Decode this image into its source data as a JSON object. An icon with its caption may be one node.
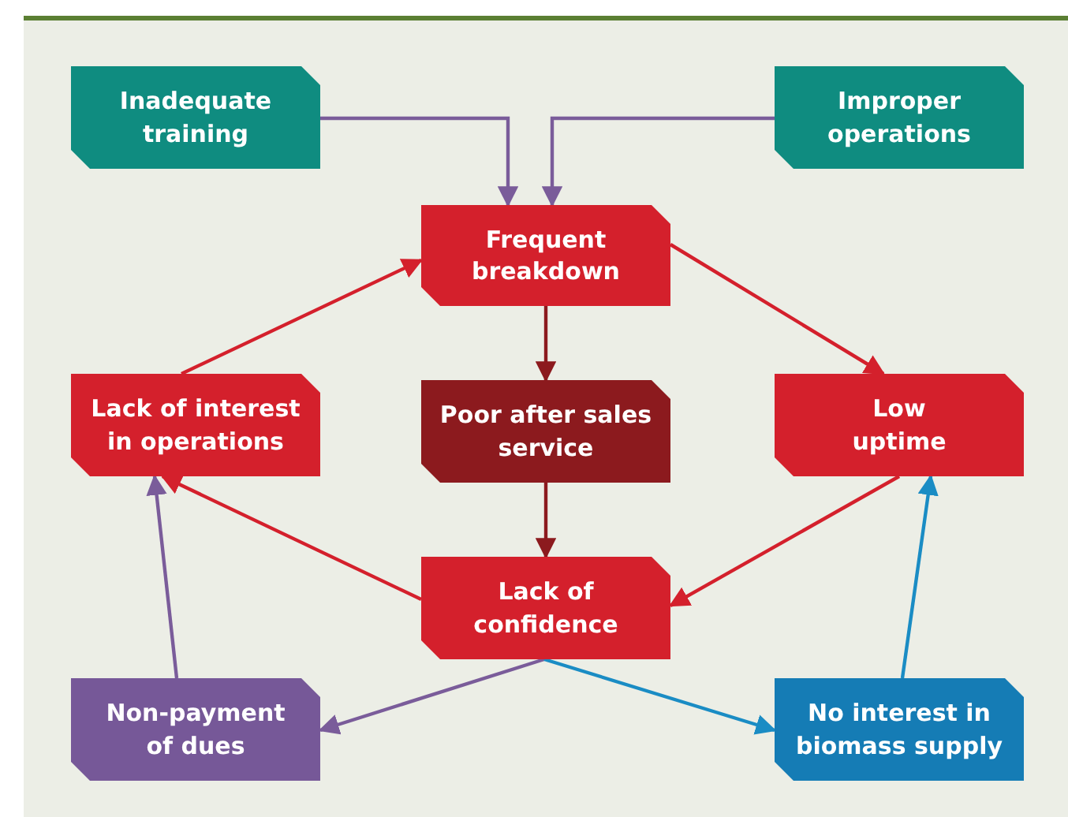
{
  "diagram": {
    "nodes": [
      {
        "text": [
          "Inadequate training"
        ]
      },
      {
        "text": [
          "Improper operations"
        ]
      },
      {
        "text": [
          "Frequent breakdown"
        ]
      },
      {
        "text": [
          "Lack of interest in operations"
        ]
      },
      {
        "text": [
          "Poor after sales service"
        ]
      },
      {
        "text": [
          "Low uptime"
        ]
      },
      {
        "text": [
          "Lack of confidence"
        ]
      },
      {
        "text": [
          "Non-payment of dues"
        ]
      },
      {
        "text": [
          "No interest in biomass supply"
        ]
      }
    ],
    "edges": [
      {
        "from": 0,
        "to": 2,
        "arrow": "to",
        "color": "#7a5c9a"
      },
      {
        "from": 1,
        "to": 2,
        "arrow": "to",
        "color": "#7a5c9a"
      },
      {
        "from": 2,
        "to": 5,
        "arrow": "to",
        "color": "#d4202c"
      },
      {
        "from": 2,
        "to": 4,
        "arrow": "to",
        "color": "#8c1a1e"
      },
      {
        "from": 4,
        "to": 6,
        "arrow": "to",
        "color": "#8c1a1e"
      },
      {
        "from": 5,
        "to": 6,
        "arrow": "to",
        "color": "#d4202c"
      },
      {
        "from": 6,
        "to": 3,
        "arrow": "to",
        "color": "#d4202c"
      },
      {
        "from": 3,
        "to": 2,
        "arrow": "to",
        "color": "#d4202c"
      },
      {
        "from": 6,
        "to": 7,
        "arrow": "to",
        "color": "#7a5c9a"
      },
      {
        "from": 6,
        "to": 8,
        "arrow": "to",
        "color": "#1a8cc4"
      },
      {
        "from": 7,
        "to": 3,
        "arrow": "to",
        "color": "#7a5c9a"
      },
      {
        "from": 8,
        "to": 5,
        "arrow": "to",
        "color": "#1a8cc4"
      }
    ]
  }
}
